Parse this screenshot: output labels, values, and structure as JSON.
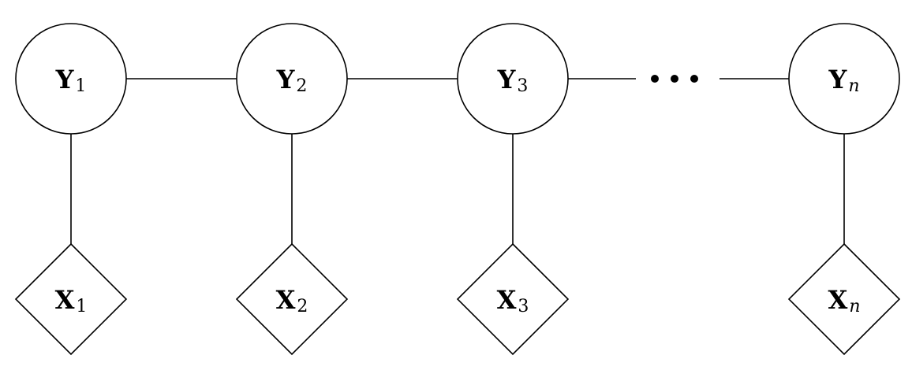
{
  "diagram": {
    "stroke_color": "#000000",
    "background_color": "#ffffff",
    "ellipsis_icon": "horizontal-ellipsis",
    "hidden_nodes": [
      {
        "letter": "Y",
        "sub": "1"
      },
      {
        "letter": "Y",
        "sub": "2"
      },
      {
        "letter": "Y",
        "sub": "3"
      },
      {
        "letter": "Y",
        "sub": "n"
      }
    ],
    "observed_nodes": [
      {
        "letter": "X",
        "sub": "1"
      },
      {
        "letter": "X",
        "sub": "2"
      },
      {
        "letter": "X",
        "sub": "3"
      },
      {
        "letter": "X",
        "sub": "n"
      }
    ]
  }
}
